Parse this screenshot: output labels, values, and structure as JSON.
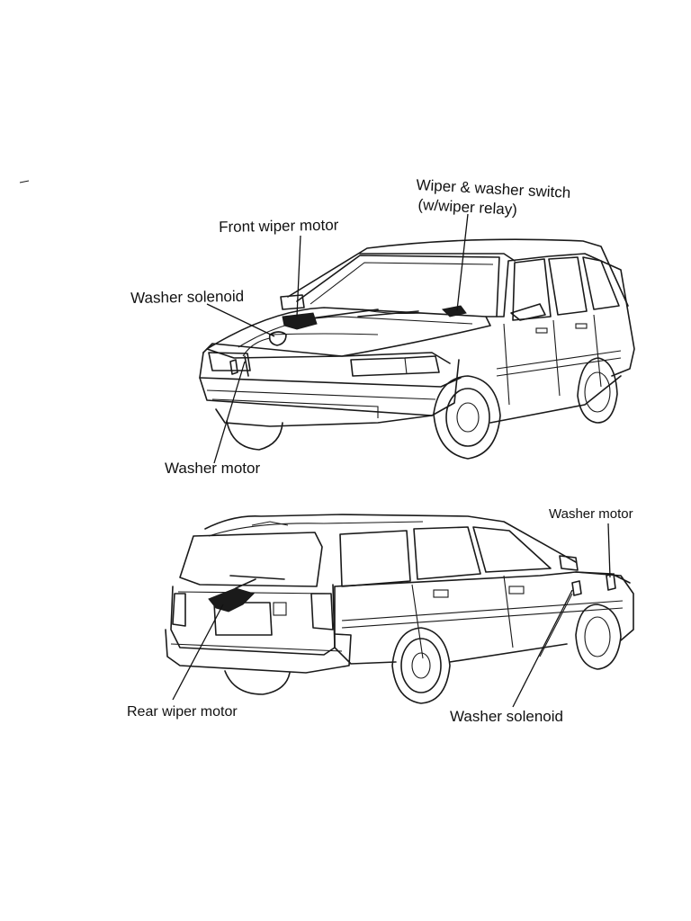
{
  "front_view": {
    "labels": {
      "switch_line1": "Wiper & washer switch",
      "switch_line2": "(w/wiper relay)",
      "front_wiper_motor": "Front wiper motor",
      "washer_solenoid": "Washer solenoid",
      "washer_motor": "Washer motor"
    }
  },
  "rear_view": {
    "labels": {
      "washer_motor": "Washer motor",
      "rear_wiper_motor": "Rear wiper motor",
      "washer_solenoid": "Washer solenoid"
    }
  }
}
